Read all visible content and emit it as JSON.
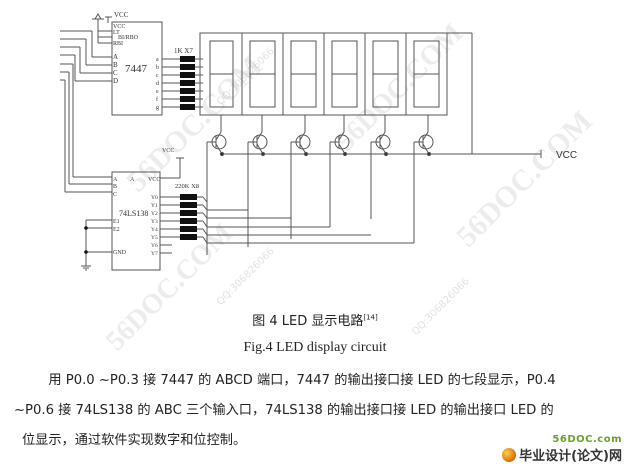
{
  "figure": {
    "chips": {
      "decoder": {
        "part": "7447",
        "top_pins": [
          "VCC",
          "LT",
          "BI/RBO",
          "RBI"
        ],
        "input_pins": [
          "A",
          "B",
          "C",
          "D"
        ],
        "output_pins": [
          "a",
          "b",
          "c",
          "d",
          "e",
          "f",
          "g"
        ],
        "supply_label": "VCC"
      },
      "demux": {
        "part": "74LS138",
        "input_pins": [
          "A",
          "B",
          "C"
        ],
        "enable_pins": [
          "E1",
          "E2"
        ],
        "gnd_pin": "GND",
        "vcc_pin": "VCC",
        "a_label": "A",
        "output_pins": [
          "Y0",
          "Y1",
          "Y2",
          "Y3",
          "Y4",
          "Y5",
          "Y6",
          "Y7"
        ],
        "supply_label": "VCC"
      }
    },
    "resistors": {
      "segment": {
        "label": "1K  X7",
        "count": 7
      },
      "digit": {
        "label": "220K  X8",
        "count": 6
      }
    },
    "display": {
      "digit_count": 6,
      "segment_labels": [
        "a",
        "b",
        "c",
        "d",
        "e",
        "f",
        "g"
      ]
    },
    "transistors": {
      "count": 6,
      "type": "PNP"
    },
    "vcc_rail_label": "VCC"
  },
  "caption": {
    "cn_prefix": "图 4 LED 显示电路",
    "cn_ref": "[14]",
    "en": "Fig.4 LED display circuit"
  },
  "body": {
    "lines": [
      "用 P0.0 ~P0.3 接 7447 的 ABCD 端口，7447 的输出接口接 LED 的七段显示，P0.4",
      "~P0.6 接 74LS138 的 ABC 三个输入口，74LS138 的输出接口接 LED 的输出接口 LED 的",
      "位显示，通过软件实现数字和位控制。"
    ],
    "indent": "　　"
  },
  "watermarks": {
    "site": "56DOC.COM",
    "qq": "QQ:306826066"
  },
  "logo": {
    "url": "56DOC.com",
    "name": "毕业设计(论文)网"
  }
}
